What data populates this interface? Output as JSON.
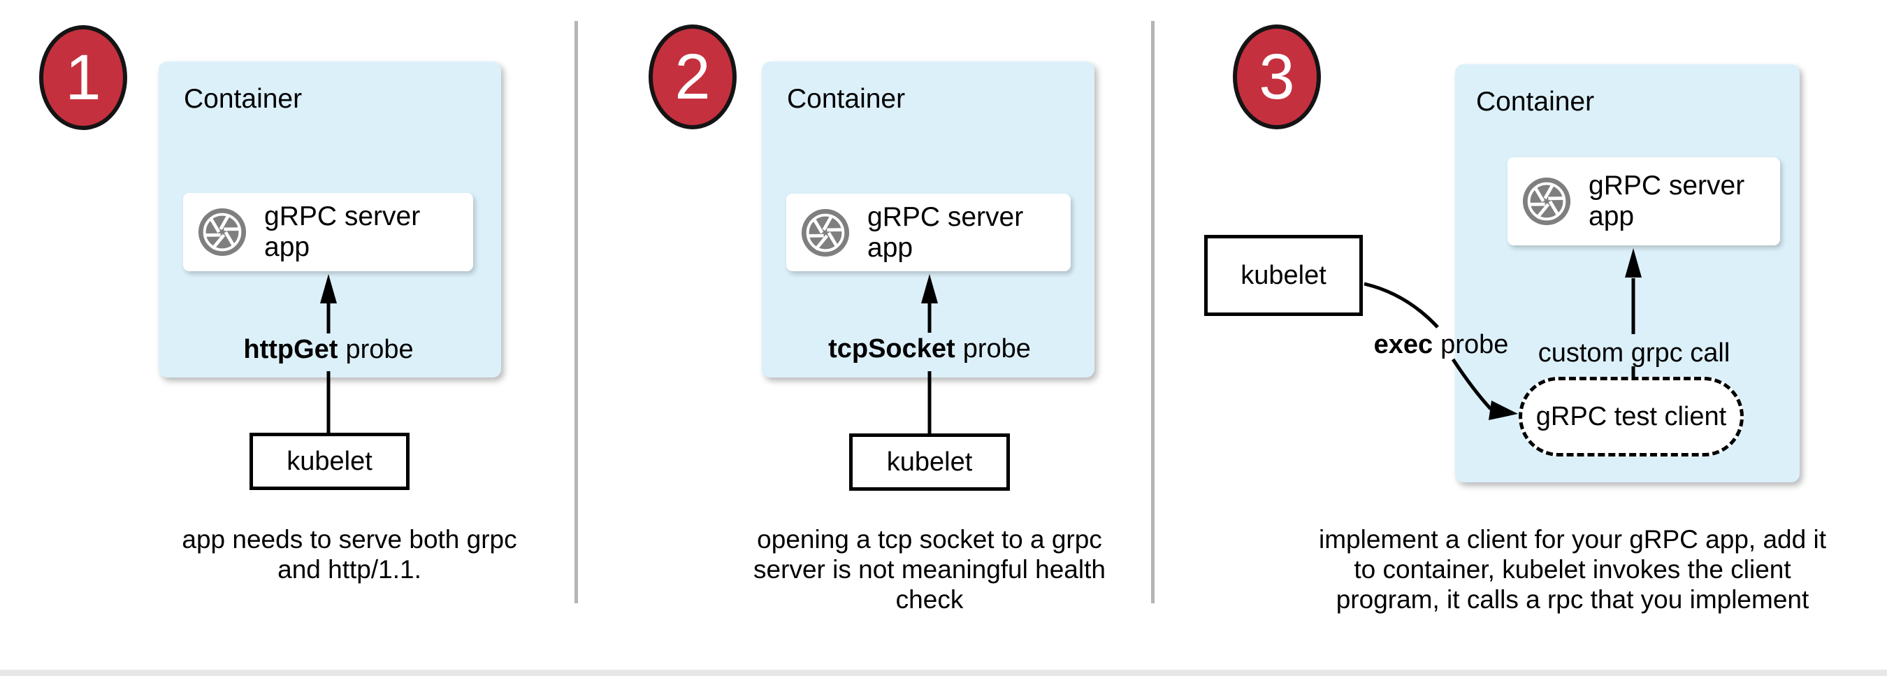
{
  "colors": {
    "container_fill": "#dcf0fa",
    "badge_fill": "#c5303e",
    "badge_border": "#141414",
    "icon_gray": "#7f7f7f",
    "divider_gray": "#b5b5b5",
    "arrow_black": "#000000"
  },
  "panels": [
    {
      "number": "1",
      "container_label": "Container",
      "app_label": "gRPC server app",
      "probe_bold": "httpGet",
      "probe_rest": "probe",
      "kubelet_label": "kubelet",
      "caption_lines": [
        "app needs to serve both grpc",
        "and http/1.1."
      ]
    },
    {
      "number": "2",
      "container_label": "Container",
      "app_label": "gRPC server app",
      "probe_bold": "tcpSocket",
      "probe_rest": "probe",
      "kubelet_label": "kubelet",
      "caption_lines": [
        "opening a tcp socket to a grpc",
        "server is not meaningful health",
        "check"
      ]
    },
    {
      "number": "3",
      "container_label": "Container",
      "app_label": "gRPC server app",
      "probe_bold": "exec",
      "probe_rest": "probe",
      "kubelet_label": "kubelet",
      "custom_call_label": "custom grpc call",
      "test_client_label": "gRPC test client",
      "caption_lines": [
        "implement a client for your gRPC app, add it",
        "to container, kubelet invokes the client",
        "program, it calls a rpc that you implement"
      ]
    }
  ]
}
